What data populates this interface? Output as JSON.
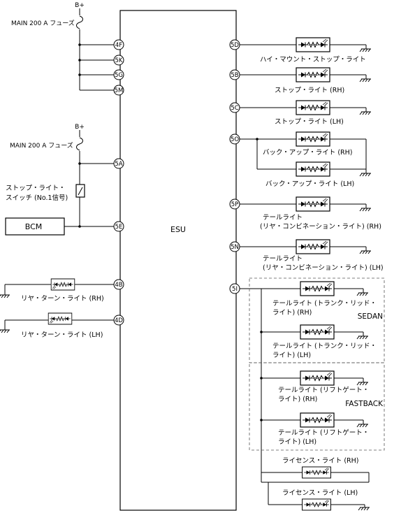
{
  "ecu": {
    "name": "ESU"
  },
  "bcm": {
    "label": "BCM"
  },
  "supply": {
    "b_plus": "B+",
    "fuse_label": "MAIN 200 A フューズ"
  },
  "switch": {
    "label_line1": "ストップ・ライト・",
    "label_line2": "スイッチ (No.1信号)"
  },
  "left_pins": [
    "4F",
    "5K",
    "5G",
    "5M",
    "5A",
    "5E",
    "4B",
    "4D"
  ],
  "right_pins": [
    "5D",
    "5B",
    "5C",
    "5O",
    "5P",
    "5N",
    "5I"
  ],
  "loads": {
    "hms": "ハイ・マウント・ストップ・ライト",
    "stop_rh": "ストップ・ライト (RH)",
    "stop_lh": "ストップ・ライト (LH)",
    "back_rh": "バック・アップ・ライト (RH)",
    "back_lh": "バック・アップ・ライト (LH)",
    "tail_rh_line1": "テールライト",
    "tail_rh_line2": "(リヤ・コンビネーション・ライト) (RH)",
    "tail_lh_line1": "テールライト",
    "tail_lh_line2": "(リヤ・コンビネーション・ライト) (LH)",
    "trunk_rh_line1": "テールライト (トランク・リッド・",
    "trunk_rh_line2": "ライト) (RH)",
    "trunk_lh_line1": "テールライト (トランク・リッド・",
    "trunk_lh_line2": "ライト) (LH)",
    "gate_rh_line1": "テールライト (リフトゲート・",
    "gate_rh_line2": "ライト) (RH)",
    "gate_lh_line1": "テールライト (リフトゲート・",
    "gate_lh_line2": "ライト) (LH)",
    "license_rh": "ライセンス・ライト (RH)",
    "license_lh": "ライセンス・ライト (LH)",
    "turn_rh": "リヤ・ターン・ライト (RH)",
    "turn_lh": "リヤ・ターン・ライト (LH)"
  },
  "groups": {
    "sedan": "SEDAN",
    "fastback": "FASTBACK"
  }
}
